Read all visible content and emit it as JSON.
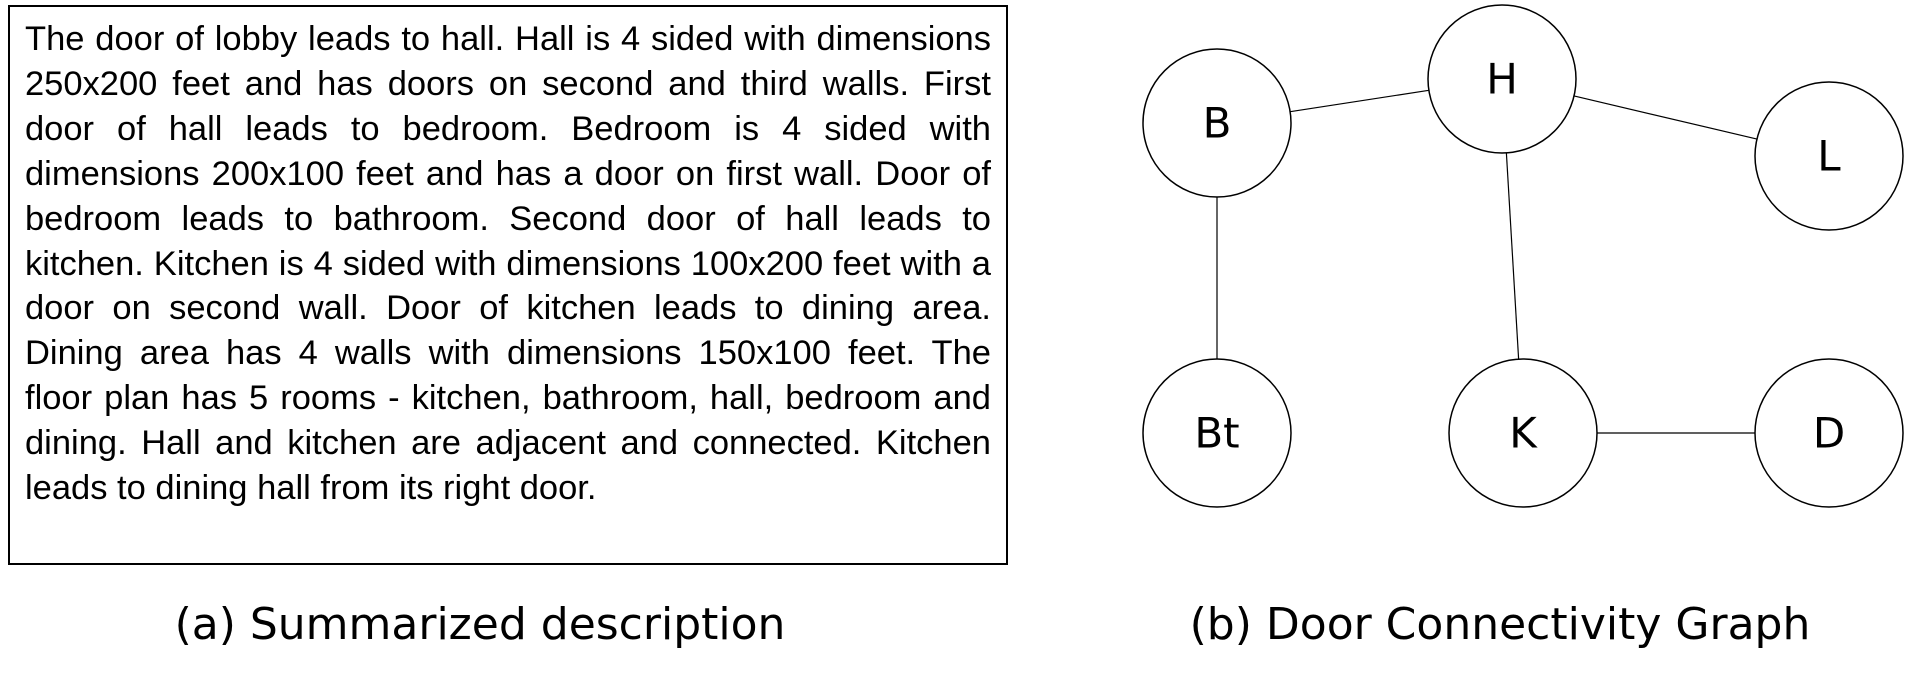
{
  "description": {
    "text": "The door of lobby leads to hall. Hall is 4 sided with dimensions 250x200 feet and has doors on second and third walls. First door of hall leads to bedroom. Bedroom is 4 sided with dimensions 200x100 feet and has a door on first wall. Door of bedroom leads to bathroom. Second door of hall leads to kitchen. Kitchen is 4 sided with dimensions 100x200 feet with a door on second wall. Door of kitchen leads to dining area. Dining area has 4 walls with dimensions 150x100 feet. The floor plan has 5 rooms - kitchen, bathroom, hall, bedroom and dining. Hall and kitchen are adjacent and connected. Kitchen leads to dining hall from its right door."
  },
  "captions": {
    "a": "(a) Summarized description",
    "b": "(b) Door Connectivity Graph"
  },
  "graph": {
    "nodes": [
      {
        "id": "B",
        "label": "B"
      },
      {
        "id": "H",
        "label": "H"
      },
      {
        "id": "L",
        "label": "L"
      },
      {
        "id": "Bt",
        "label": "Bt"
      },
      {
        "id": "K",
        "label": "K"
      },
      {
        "id": "D",
        "label": "D"
      }
    ],
    "edges": [
      {
        "from": "B",
        "to": "H"
      },
      {
        "from": "H",
        "to": "L"
      },
      {
        "from": "B",
        "to": "Bt"
      },
      {
        "from": "H",
        "to": "K"
      },
      {
        "from": "K",
        "to": "D"
      }
    ]
  }
}
